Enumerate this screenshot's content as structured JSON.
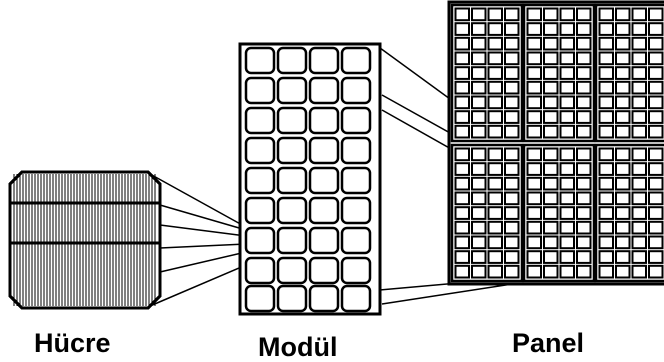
{
  "labels": {
    "cell": "Hücre",
    "module": "Modül",
    "panel": "Panel"
  },
  "colors": {
    "stroke": "#000000",
    "background": "#ffffff"
  }
}
